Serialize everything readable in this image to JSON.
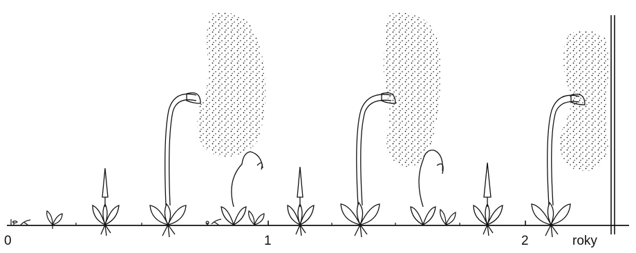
{
  "axis": {
    "ticks": [
      "0",
      "1",
      "2"
    ],
    "unit": "roky"
  }
}
